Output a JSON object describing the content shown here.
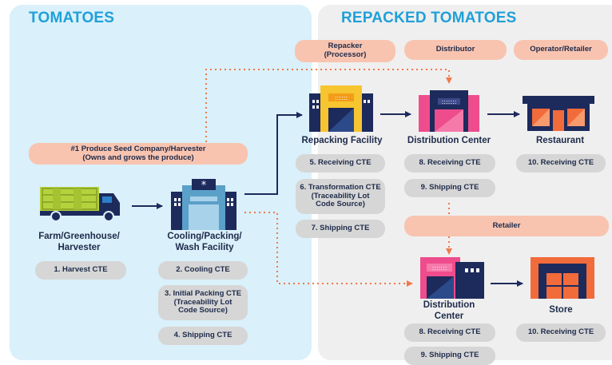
{
  "left_section": {
    "title": "TOMATOES"
  },
  "right_section": {
    "title": "REPACKED TOMATOES"
  },
  "roles": {
    "repacker": "Repacker\n(Processor)",
    "distributor": "Distributor",
    "operator_retailer": "Operator/Retailer",
    "harvester": "#1 Produce Seed Company/Harvester\n(Owns and grows the produce)",
    "retailer": "Retailer"
  },
  "nodes": {
    "farm": {
      "label": "Farm/Greenhouse/\nHarvester",
      "ctes": [
        "1. Harvest CTE"
      ]
    },
    "cooling": {
      "label": "Cooling/Packing/\nWash Facility",
      "ctes": [
        "2. Cooling CTE",
        "3. Initial Packing CTE\n(Traceability Lot\nCode Source)",
        "4. Shipping CTE"
      ]
    },
    "repacking": {
      "label": "Repacking Facility",
      "ctes": [
        "5. Receiving CTE",
        "6. Transformation CTE\n(Traceability Lot\nCode Source)",
        "7. Shipping CTE"
      ]
    },
    "dc_top": {
      "label": "Distribution Center",
      "ctes": [
        "8. Receiving CTE",
        "9. Shipping CTE"
      ]
    },
    "restaurant": {
      "label": "Restaurant",
      "ctes": [
        "10. Receiving CTE"
      ]
    },
    "dc_bottom": {
      "label": "Distribution\nCenter",
      "ctes": [
        "8. Receiving CTE",
        "9. Shipping CTE"
      ]
    },
    "store": {
      "label": "Store",
      "ctes": [
        "10. Receiving CTE"
      ]
    }
  },
  "colors": {
    "left_panel": "#daf0fa",
    "right_panel": "#efefef",
    "title": "#1fa0d8",
    "pill": "#f8c4b0",
    "cte": "#d6d6d6",
    "navy": "#1d2a5c",
    "arrow": "#1d2a5c",
    "dotted": "#ee7a4a",
    "pink": "#ee4c8c",
    "orange": "#f26b3a",
    "yellow": "#f7c52f",
    "green": "#b4d23c"
  }
}
